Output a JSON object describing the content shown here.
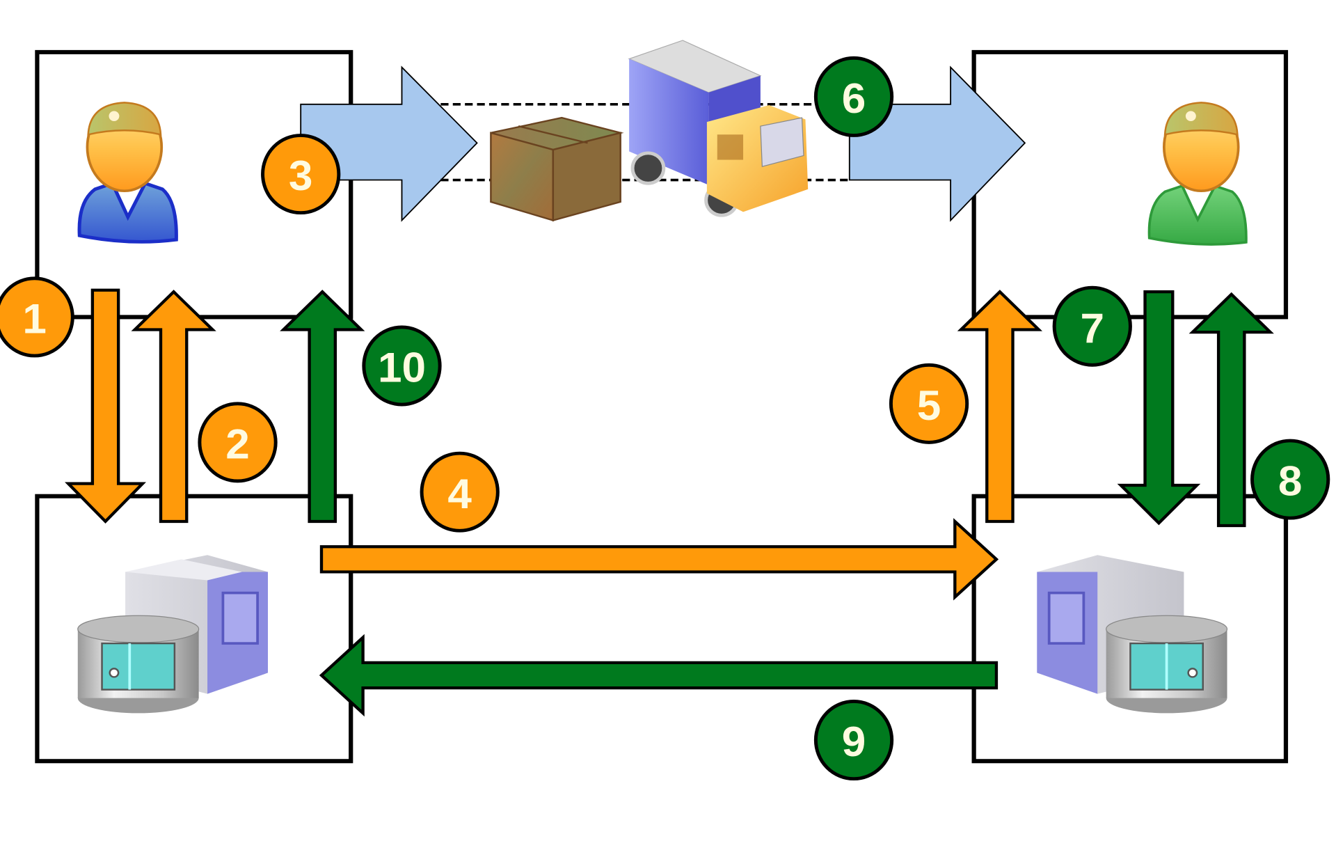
{
  "colors": {
    "orange": "#FF9A0A",
    "green": "#007A1E",
    "light_blue": "#A7C8EE",
    "box_stroke": "#000000",
    "badge_text": "#FFFBE0"
  },
  "nodes": {
    "sender_user": {
      "icon": "user-icon",
      "shirt_color": "#5B8FD6"
    },
    "sender_system": {
      "icon": "server-database-icon"
    },
    "receiver_user": {
      "icon": "user-icon",
      "shirt_color": "#4CB85A"
    },
    "receiver_system": {
      "icon": "server-database-icon"
    },
    "shipment": {
      "icons": [
        "package-box-icon",
        "delivery-truck-icon"
      ]
    }
  },
  "steps": [
    {
      "number": "1",
      "color": "orange"
    },
    {
      "number": "2",
      "color": "orange"
    },
    {
      "number": "3",
      "color": "orange"
    },
    {
      "number": "4",
      "color": "orange"
    },
    {
      "number": "5",
      "color": "orange"
    },
    {
      "number": "6",
      "color": "green"
    },
    {
      "number": "7",
      "color": "green"
    },
    {
      "number": "8",
      "color": "green"
    },
    {
      "number": "9",
      "color": "green"
    },
    {
      "number": "10",
      "color": "green"
    }
  ]
}
